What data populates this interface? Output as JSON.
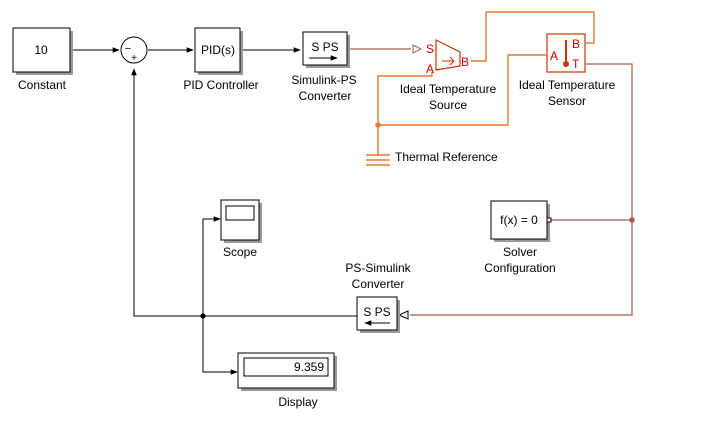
{
  "blocks": {
    "constant": {
      "value": "10",
      "label": "Constant"
    },
    "sum": {
      "minus": "−",
      "plus": "+"
    },
    "pid": {
      "text": "PID(s)",
      "label": "PID Controller"
    },
    "s2ps": {
      "text": "S PS",
      "label_line1": "Simulink-PS",
      "label_line2": "Converter"
    },
    "temp_source": {
      "port_s": "S",
      "port_a": "A",
      "port_b": "B",
      "label_line1": "Ideal Temperature",
      "label_line2": "Source"
    },
    "temp_sensor": {
      "port_a": "A",
      "port_b": "B",
      "port_t": "T",
      "label_line1": "Ideal Temperature",
      "label_line2": "Sensor"
    },
    "thermal_ref": {
      "label": "Thermal Reference"
    },
    "scope": {
      "label": "Scope"
    },
    "solver": {
      "text": "f(x) = 0",
      "label_line1": "Solver",
      "label_line2": "Configuration"
    },
    "ps2s": {
      "text": "S PS",
      "label_line1": "PS-Simulink",
      "label_line2": "Converter"
    },
    "display": {
      "value": "9.359",
      "label": "Display"
    }
  },
  "colors": {
    "signal": "#000000",
    "physical_line": "#a85b50",
    "thermal_line": "#e07a30",
    "port_text": "#cc0000"
  }
}
